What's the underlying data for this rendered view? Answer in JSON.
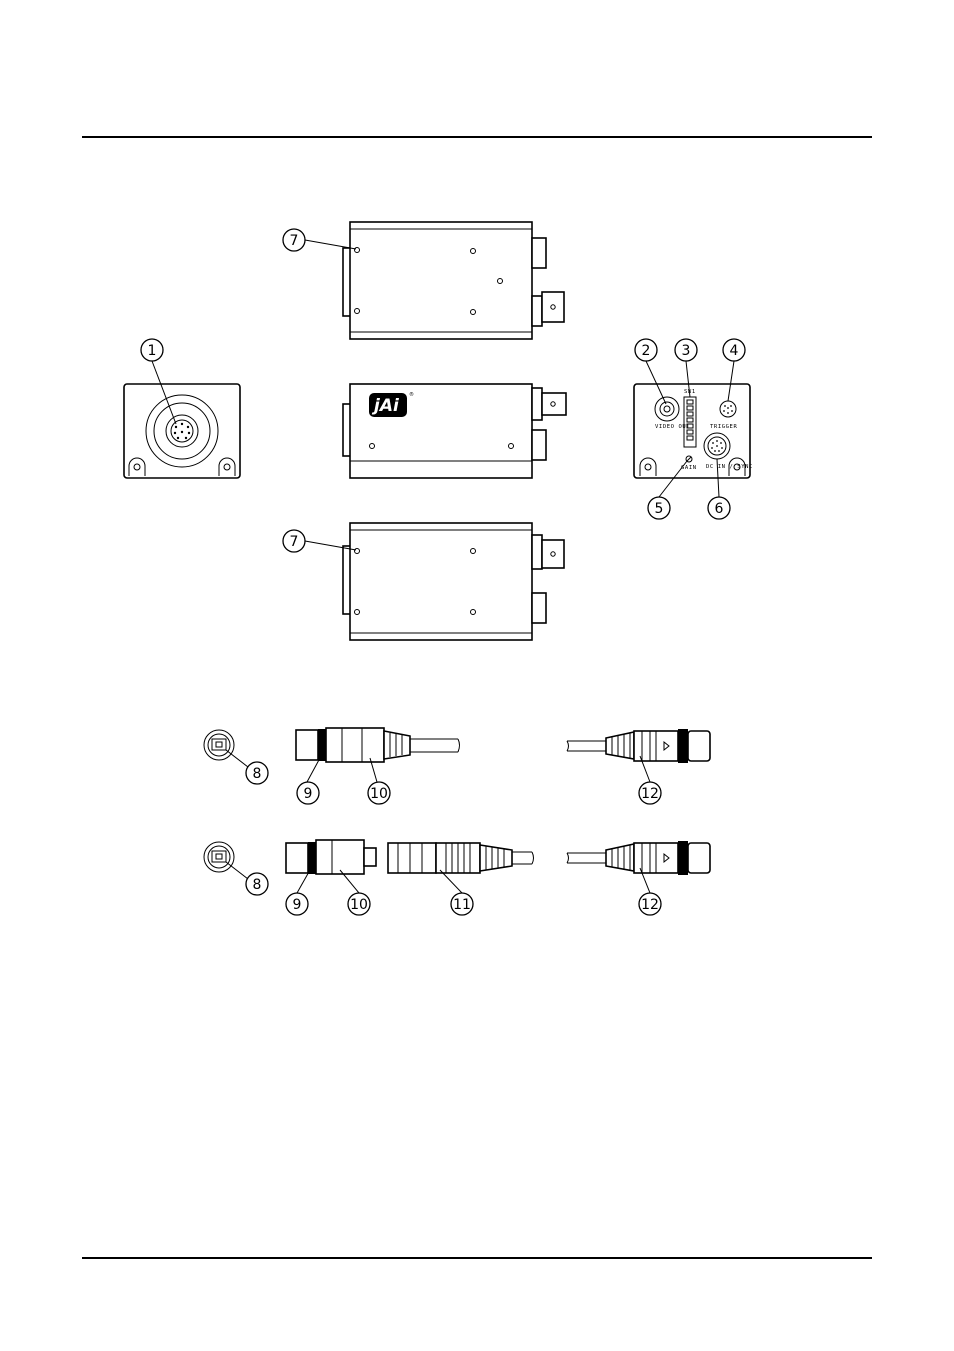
{
  "page": {
    "callouts": [
      "1",
      "2",
      "3",
      "4",
      "5",
      "6",
      "7",
      "7",
      "8",
      "9",
      "10",
      "12",
      "8",
      "9",
      "10",
      "11",
      "12"
    ]
  },
  "camera": {
    "logo": "jAi",
    "rear_labels": {
      "switch": "SW1",
      "video_out": "VIDEO OUT",
      "trigger": "TRIGGER",
      "gain": "GAIN",
      "dc_in": "DC IN / SYNC"
    }
  }
}
